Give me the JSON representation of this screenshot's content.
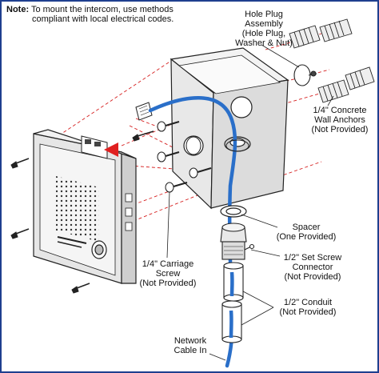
{
  "note": {
    "prefix": "Note:",
    "line1": "To mount the intercom, use methods",
    "line2": "compliant with local electrical codes."
  },
  "labels": {
    "hole_plug": [
      "Hole Plug",
      "Assembly",
      "(Hole Plug,",
      "Washer & Nut)"
    ],
    "wall_anchors": [
      "1/4\" Concrete",
      "Wall Anchors",
      "(Not Provided)"
    ],
    "carriage_screw": [
      "1/4\" Carriage",
      "Screw",
      "(Not Provided)"
    ],
    "spacer": [
      "Spacer",
      "(One Provided)"
    ],
    "set_screw": [
      "1/2\" Set Screw",
      "Connector",
      "(Not Provided)"
    ],
    "conduit": [
      "1/2\" Conduit",
      "(Not Provided)"
    ],
    "network_cable": [
      "Network",
      "Cable In"
    ]
  },
  "colors": {
    "frame": "#1f3f8f",
    "cable": "#2a6fc9",
    "guide_line": "#d62020",
    "arrow": "#e02020",
    "line_art": "#222222"
  },
  "icons": {
    "cable_arrow": "red-triangle-arrow"
  }
}
